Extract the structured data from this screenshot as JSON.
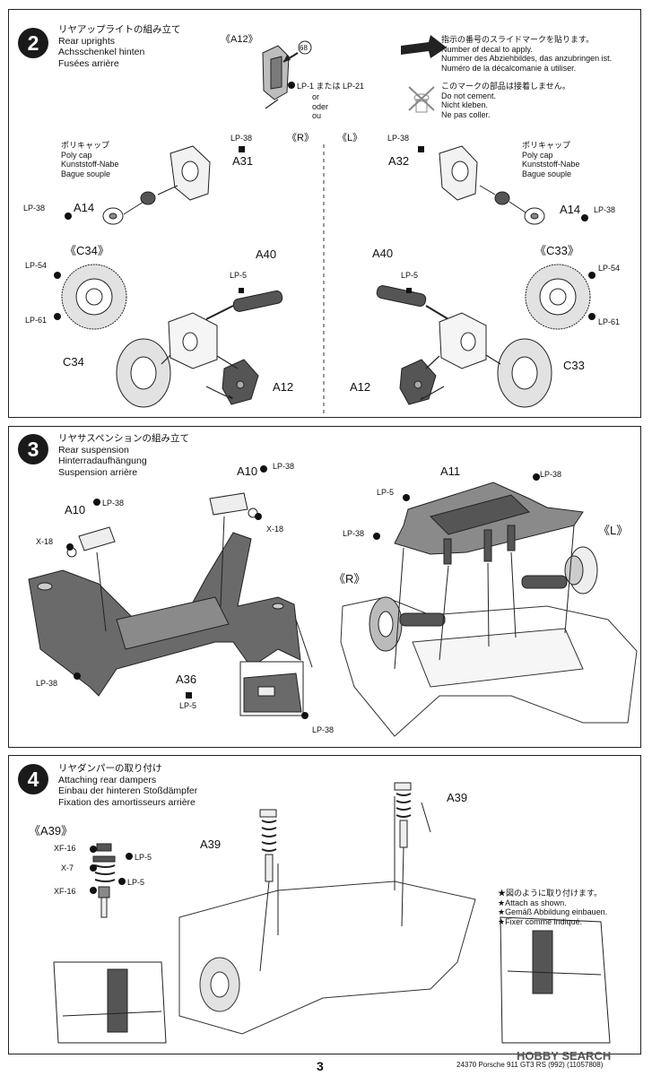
{
  "step2": {
    "number": "2",
    "title_lines": [
      "リヤアップライトの組み立て",
      "Rear uprights",
      "Achsschenkel hinten",
      "Fusées arrière"
    ],
    "a12_header": "《A12》",
    "decal_no": "68",
    "lp1_text": "LP-1 または LP-21",
    "or_lines": [
      "or",
      "oder",
      "ou"
    ],
    "decal_note": [
      "指示の番号のスライドマークを貼ります。",
      "Number of decal to apply.",
      "Nummer des Abziehbildes, das anzubringen ist.",
      "Numéro de la décalcomanie à utiliser."
    ],
    "nocement_note": [
      "このマークの部品は接着しません。",
      "Do not cement.",
      "Nicht kleben.",
      "Ne pas coller."
    ],
    "right_tag": "《R》",
    "left_tag": "《L》",
    "lp38": "LP-38",
    "a31": "A31",
    "a32": "A32",
    "polycap": [
      "ポリキャップ",
      "Poly cap",
      "Kunststoff-Nabe",
      "Bague souple"
    ],
    "a14": "A14",
    "c34_header": "《C34》",
    "c33_header": "《C33》",
    "lp54": "LP-54",
    "lp61": "LP-61",
    "a40": "A40",
    "lp5": "LP-5",
    "c34": "C34",
    "c33": "C33",
    "a12": "A12"
  },
  "step3": {
    "number": "3",
    "title_lines": [
      "リヤサスペンションの組み立て",
      "Rear suspension",
      "Hinterradaufhängung",
      "Suspension arrière"
    ],
    "a10": "A10",
    "lp38": "LP-38",
    "x18": "X-18",
    "a36": "A36",
    "lp5": "LP-5",
    "a11": "A11",
    "right_tag": "《R》",
    "left_tag": "《L》"
  },
  "step4": {
    "number": "4",
    "title_lines": [
      "リヤダンパーの取り付け",
      "Attaching rear dampers",
      "Einbau der hinteren Stoßdämpfer",
      "Fixation des amortisseurs arrière"
    ],
    "a39_header": "《A39》",
    "xf16": "XF-16",
    "x7": "X-7",
    "lp5": "LP-5",
    "a39": "A39",
    "attach_note": [
      "★図のように取り付けます。",
      "★Attach as shown.",
      "★Gemäß Abbildung einbauen.",
      "★Fixer comme indiqué."
    ]
  },
  "footer": {
    "page_number": "3",
    "product_line": "24370  Porsche 911 GT3 RS (992) (11057808)",
    "watermark": "HOBBY SEARCH"
  },
  "colors": {
    "ink": "#1a1a1a",
    "gray": "#555555",
    "fill": "#d9d9d9",
    "dark": "#3a3a3a"
  }
}
